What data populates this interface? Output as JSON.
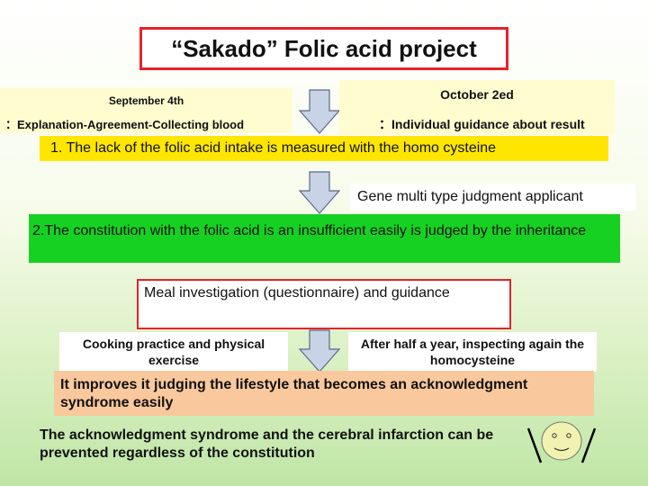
{
  "title": "“Sakado” Folic acid project",
  "september": {
    "date": "September 4th",
    "text": "：Explanation-Agreement-Collecting blood"
  },
  "october": {
    "date": "October 2ed",
    "text": "：Individual guidance about result"
  },
  "step1": "1. The lack of the folic acid intake is measured with the homo cysteine",
  "gene_label": "Gene multi type judgment applicant",
  "step2": "2.The constitution with the folic acid is an insufficient easily is judged by the inheritance",
  "meal": "Meal investigation (questionnaire) and guidance",
  "cooking": "Cooking practice and physical exercise",
  "half_year": "After half a year, inspecting again the homocysteine",
  "improves": "It improves it judging the lifestyle that becomes an acknowledgment syndrome easily",
  "conclusion": "The acknowledgment syndrome and the cerebral infarction can be prevented regardless of the constitution",
  "colors": {
    "title_border": "#e4232b",
    "yellow_box": "#ffe600",
    "light_yellow_box": "#fffccf",
    "green_box": "#17d122",
    "orange_box": "#f9c89c",
    "arrow_fill": "#c8d3e6"
  },
  "icons": [
    "down-arrow-icon",
    "smiley-face-icon"
  ]
}
